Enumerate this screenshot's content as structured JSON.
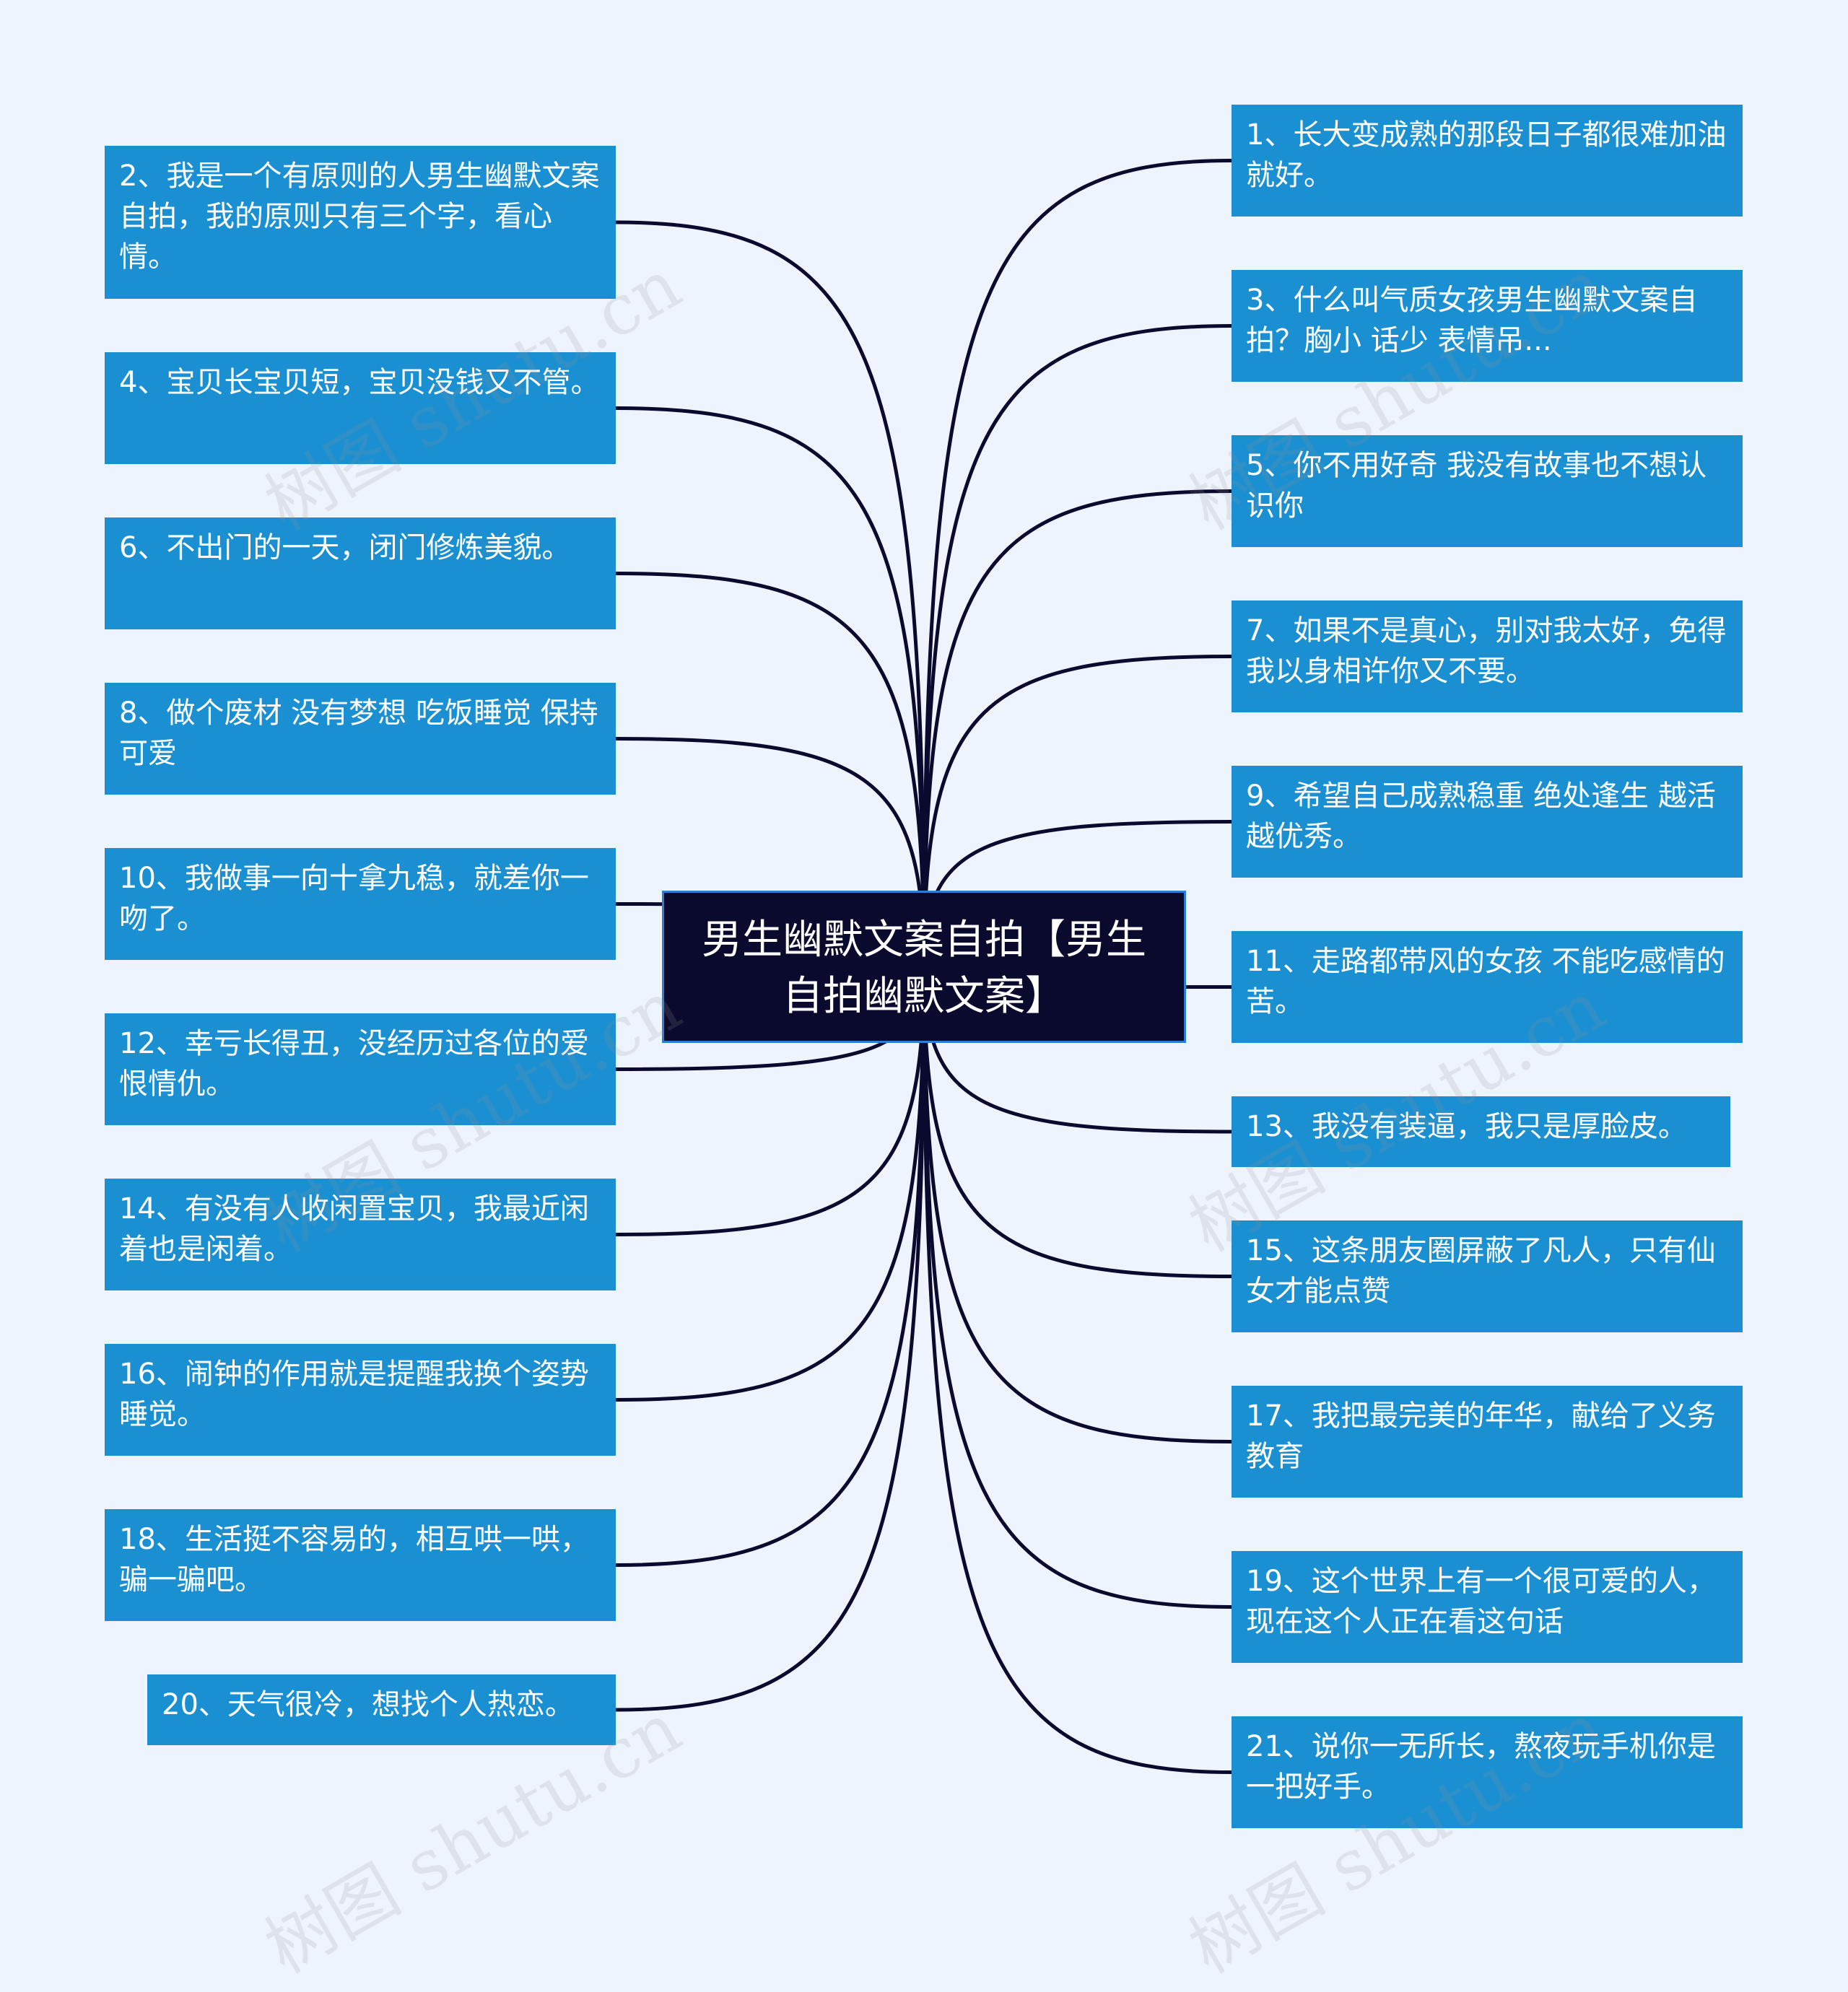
{
  "root": {
    "label": "男生幽默文案自拍【男生自拍幽默文案】"
  },
  "left_nodes": [
    {
      "text": "2、我是一个有原则的人男生幽默文案自拍，我的原则只有三个字，看心情。"
    },
    {
      "text": "4、宝贝长宝贝短，宝贝没钱又不管。"
    },
    {
      "text": "6、不出门的一天，闭门修炼美貌。"
    },
    {
      "text": "8、做个废材 没有梦想 吃饭睡觉 保持可爱"
    },
    {
      "text": "10、我做事一向十拿九稳，就差你一吻了。"
    },
    {
      "text": "12、幸亏长得丑，没经历过各位的爱恨情仇。"
    },
    {
      "text": "14、有没有人收闲置宝贝，我最近闲着也是闲着。"
    },
    {
      "text": "16、闹钟的作用就是提醒我换个姿势睡觉。"
    },
    {
      "text": "18、生活挺不容易的，相互哄一哄，骗一骗吧。"
    },
    {
      "text": "20、天气很冷，想找个人热恋。"
    }
  ],
  "right_nodes": [
    {
      "text": "1、长大变成熟的那段日子都很难加油就好。"
    },
    {
      "text": "3、什么叫气质女孩男生幽默文案自拍？胸小 话少 表情吊..."
    },
    {
      "text": "5、你不用好奇 我没有故事也不想认识你"
    },
    {
      "text": "7、如果不是真心，别对我太好，免得我以身相许你又不要。"
    },
    {
      "text": "9、希望自己成熟稳重 绝处逢生 越活越优秀。"
    },
    {
      "text": "11、走路都带风的女孩 不能吃感情的苦。"
    },
    {
      "text": "13、我没有装逼，我只是厚脸皮。"
    },
    {
      "text": "15、这条朋友圈屏蔽了凡人，只有仙女才能点赞"
    },
    {
      "text": "17、我把最完美的年华，献给了义务教育"
    },
    {
      "text": "19、这个世界上有一个很可爱的人，现在这个人正在看这句话"
    },
    {
      "text": "21、说你一无所长，熬夜玩手机你是一把好手。"
    }
  ],
  "watermark": {
    "text": "树图 shutu.cn"
  },
  "colors": {
    "background": "#eef4fe",
    "node": "#1a8fd1",
    "root": "#0a0a2e",
    "link": "#0a0a2e"
  }
}
